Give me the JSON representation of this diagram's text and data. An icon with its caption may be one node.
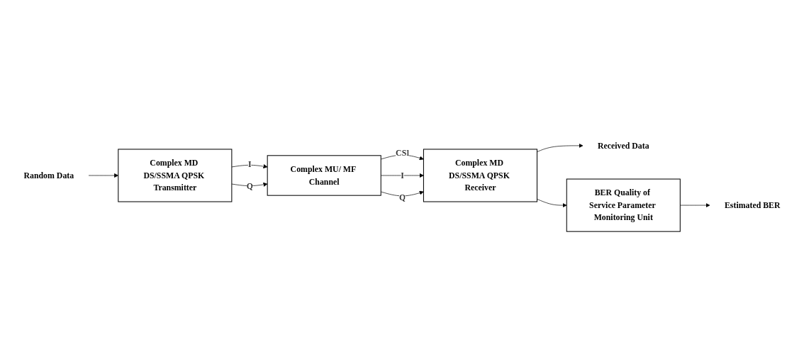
{
  "diagram": {
    "nodes": [
      {
        "text": [
          "Random Data"
        ]
      },
      {
        "text": [
          "Complex MD DS/SSMA QPSK Transmitter"
        ]
      },
      {
        "text": [
          "Complex MU/ MF Channel"
        ]
      },
      {
        "text": [
          "Complex MD DS/SSMA QPSK Receiver"
        ]
      },
      {
        "text": [
          "Received Data"
        ]
      },
      {
        "text": [
          "BER Quality of Service Parameter Monitoring Unit"
        ]
      },
      {
        "text": [
          "Estimated BER"
        ]
      }
    ],
    "edges": [
      {
        "from": 0,
        "to": 1,
        "arrow": "to"
      },
      {
        "from": 1,
        "to": 2,
        "label": "I",
        "arrow": "to"
      },
      {
        "from": 1,
        "to": 2,
        "label": "Q",
        "arrow": "to"
      },
      {
        "from": 2,
        "to": 3,
        "label": "CSI",
        "arrow": "to"
      },
      {
        "from": 2,
        "to": 3,
        "label": "I",
        "arrow": "to"
      },
      {
        "from": 2,
        "to": 3,
        "label": "Q",
        "arrow": "to"
      },
      {
        "from": 3,
        "to": 4,
        "arrow": "to"
      },
      {
        "from": 3,
        "to": 5,
        "arrow": "to"
      },
      {
        "from": 5,
        "to": 6,
        "arrow": "to"
      }
    ]
  }
}
